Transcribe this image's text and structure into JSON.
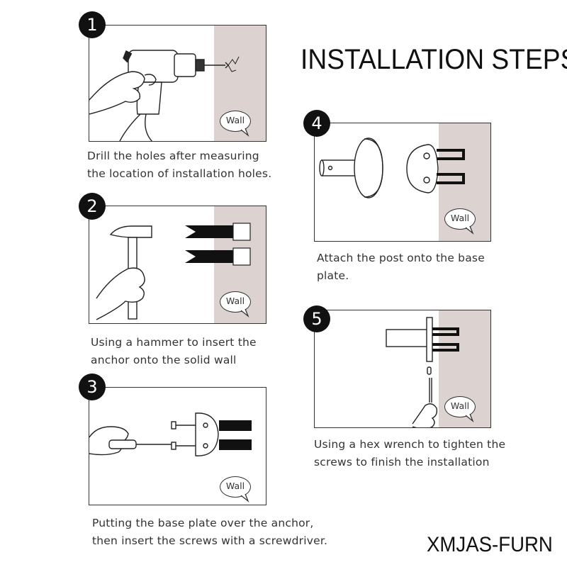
{
  "title": "INSTALLATION STEPS",
  "brand": "XMJAS-FURN",
  "wall_label": "Wall",
  "colors": {
    "wall": "#dcd3d0",
    "badge": "#111111",
    "ink": "#222222"
  },
  "steps": [
    {
      "number": "1",
      "line1": "Drill the holes after measuring",
      "line2": "the location of installation holes."
    },
    {
      "number": "2",
      "line1": "Using a hammer to insert the",
      "line2": "anchor onto the solid wall"
    },
    {
      "number": "3",
      "line1": "Putting the base plate over the anchor,",
      "line2": "then insert the screws with a screwdriver."
    },
    {
      "number": "4",
      "line1": "Attach the post onto the base",
      "line2": "plate."
    },
    {
      "number": "5",
      "line1": "Using a hex wrench to tighten the",
      "line2": "screws to finish the installation"
    }
  ]
}
